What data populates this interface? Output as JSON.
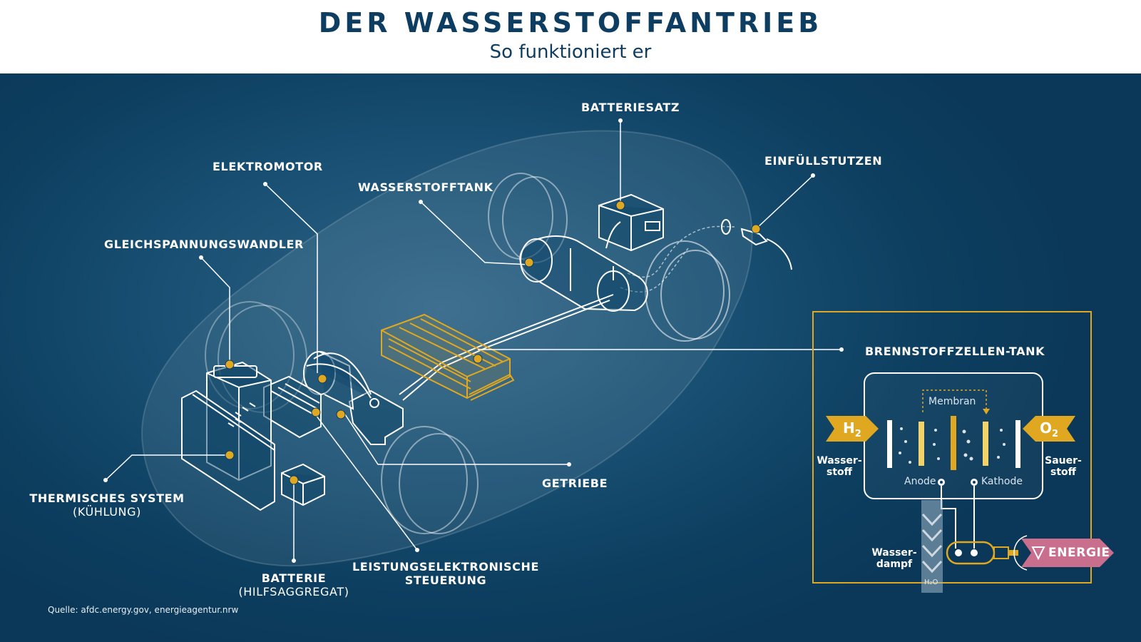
{
  "header": {
    "title": "DER WASSERSTOFFANTRIEB",
    "subtitle": "So funktioniert er"
  },
  "labels": {
    "batteriesatz": "BATTERIESATZ",
    "einfuellstutzen": "EINFÜLLSTUTZEN",
    "elektromotor": "ELEKTROMOTOR",
    "wasserstofftank": "WASSERSTOFFTANK",
    "gleichspannungswandler": "GLEICHSPANNUNGSWANDLER",
    "brennstoffzellen_tank": "BRENNSTOFFZELLEN-TANK",
    "getriebe": "GETRIEBE",
    "thermisches_system": "THERMISCHES SYSTEM",
    "thermisches_system_sub": "(KÜHLUNG)",
    "batterie": "BATTERIE",
    "batterie_sub": "(HILFSAGGREGAT)",
    "leistungselektronische_1": "LEISTUNGSELEKTRONISCHE",
    "leistungselektronische_2": "STEUERUNG"
  },
  "cell": {
    "h2": "H",
    "h2_sub": "2",
    "o2": "O",
    "o2_sub": "2",
    "membran": "Membran",
    "anode": "Anode",
    "kathode": "Kathode",
    "wasserstoff_1": "Wasser-",
    "wasserstoff_2": "stoff",
    "sauerstoff_1": "Sauer-",
    "sauerstoff_2": "stoff",
    "wasserdampf_1": "Wasser-",
    "wasserdampf_2": "dampf",
    "h2o": "H₂O",
    "energie": "ENERGIE"
  },
  "source": "Quelle: afdc.energy.gov, energieagentur.nrw",
  "colors": {
    "navy": "#0e3d62",
    "gold": "#e0a820",
    "pink": "#c96e8c",
    "line": "#ffffff"
  }
}
